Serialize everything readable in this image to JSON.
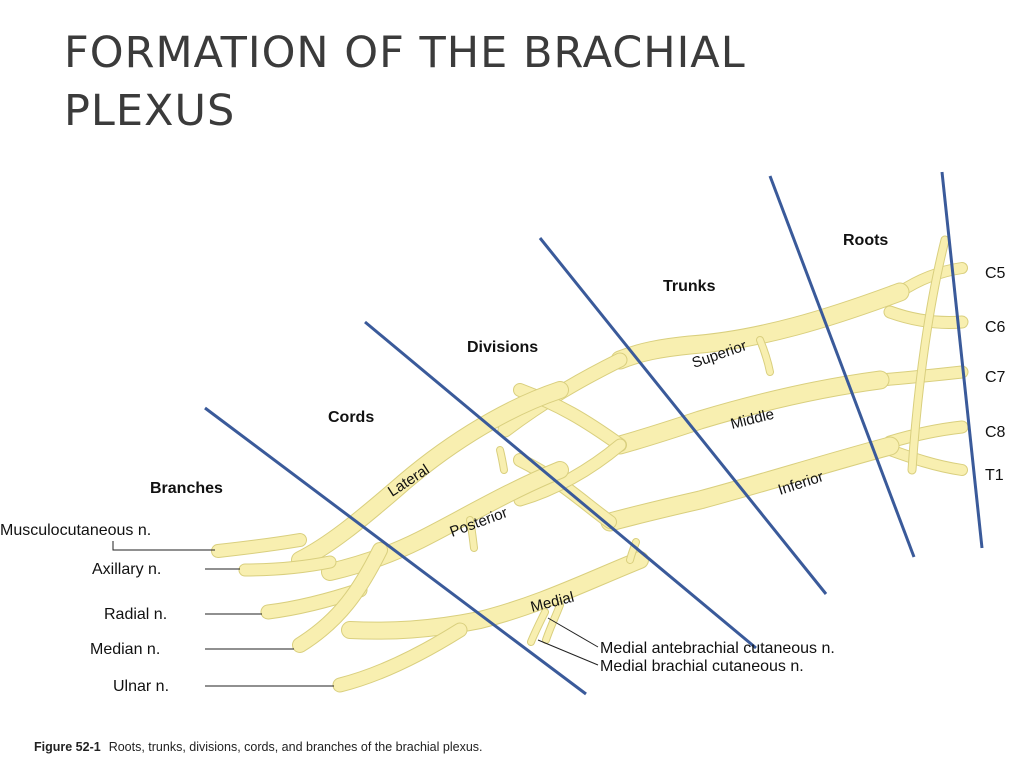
{
  "slide": {
    "title_line1": "FORMATION OF THE BRACHIAL",
    "title_line2": "PLEXUS"
  },
  "diagram": {
    "sections": {
      "roots": "Roots",
      "trunks": "Trunks",
      "divisions": "Divisions",
      "cords": "Cords",
      "branches": "Branches"
    },
    "roots": [
      "C5",
      "C6",
      "C7",
      "C8",
      "T1"
    ],
    "trunks": {
      "superior": "Superior",
      "middle": "Middle",
      "inferior": "Inferior"
    },
    "cords": {
      "lateral": "Lateral",
      "posterior": "Posterior",
      "medial": "Medial"
    },
    "branches": [
      "Musculocutaneous n.",
      "Axillary n.",
      "Radial n.",
      "Median n.",
      "Ulnar n."
    ],
    "medial_cutaneous": [
      "Medial antebrachial cutaneous n.",
      "Medial brachial cutaneous n."
    ],
    "colors": {
      "nerve_fill": "#f8efb0",
      "nerve_outline": "#d9cf7e",
      "divider_line": "#3a5a9a",
      "label": "#111111"
    }
  },
  "caption": {
    "figure_number": "Figure 52-1",
    "text": "Roots, trunks, divisions, cords, and branches of the brachial plexus."
  }
}
